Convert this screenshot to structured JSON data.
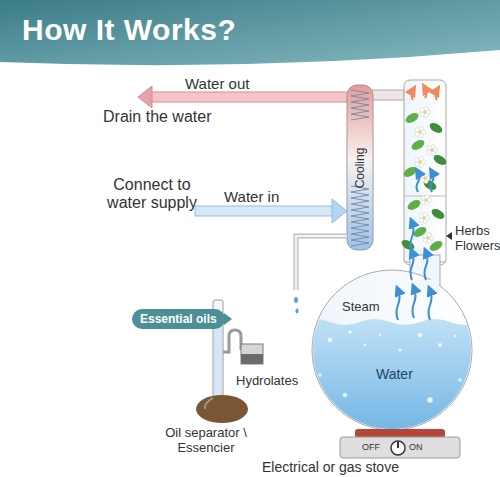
{
  "diagram": {
    "title": "How It Works?",
    "nodes": [
      {
        "text": [
          "Cooling"
        ]
      },
      {
        "text": [
          "Essential oils"
        ]
      }
    ],
    "labels": [
      "Water out",
      "Drain the water",
      "Connect to water supply",
      "Water in",
      "Herbs Flowers",
      "Steam",
      "Water",
      "Hydrolates",
      "Oil separator \\ Essencier",
      "Electrical or gas stove",
      "OFF",
      "ON"
    ]
  }
}
